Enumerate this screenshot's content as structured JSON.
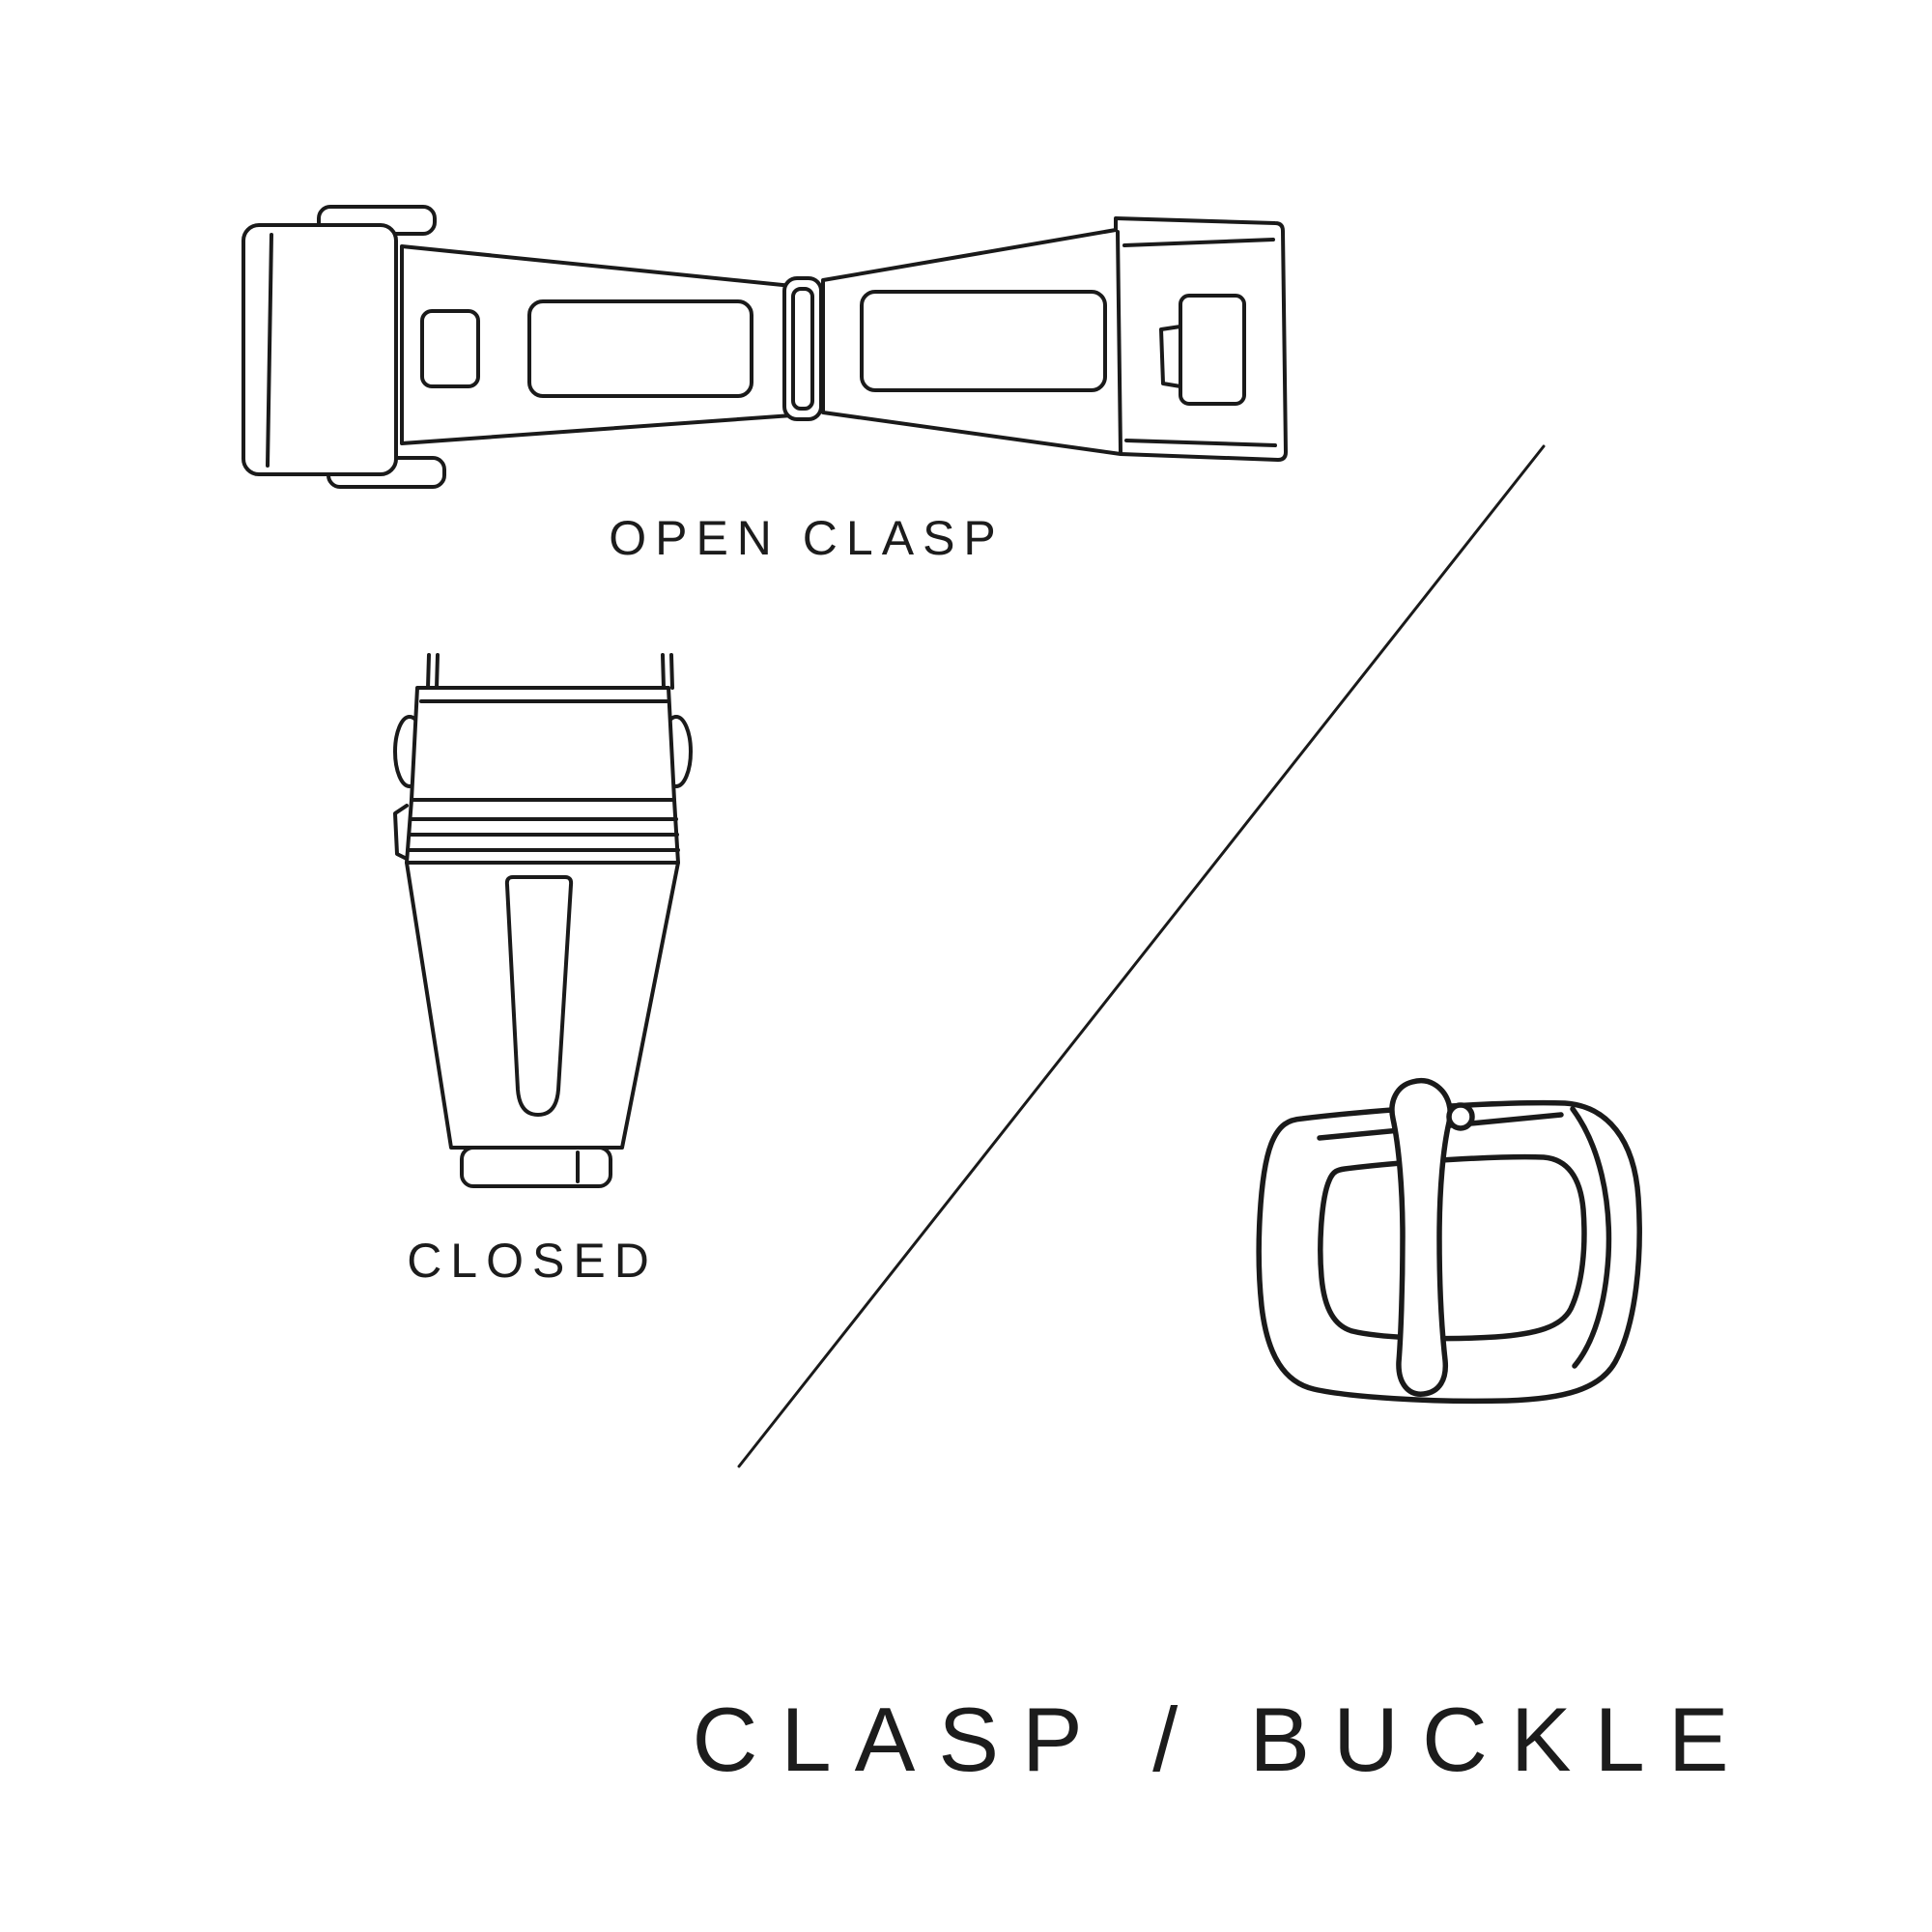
{
  "colors": {
    "background": "#ffffff",
    "line": "#1a1a1a",
    "text": "#1c1c1c"
  },
  "labels": {
    "open_clasp": "OPEN CLASP",
    "closed": "CLOSED",
    "title": "CLASP / BUCKLE"
  },
  "illustrations": {
    "open_clasp": "open-clasp-line-drawing",
    "closed_clasp": "closed-clasp-line-drawing",
    "buckle": "tang-buckle-line-drawing",
    "divider": "diagonal-divider-line"
  }
}
